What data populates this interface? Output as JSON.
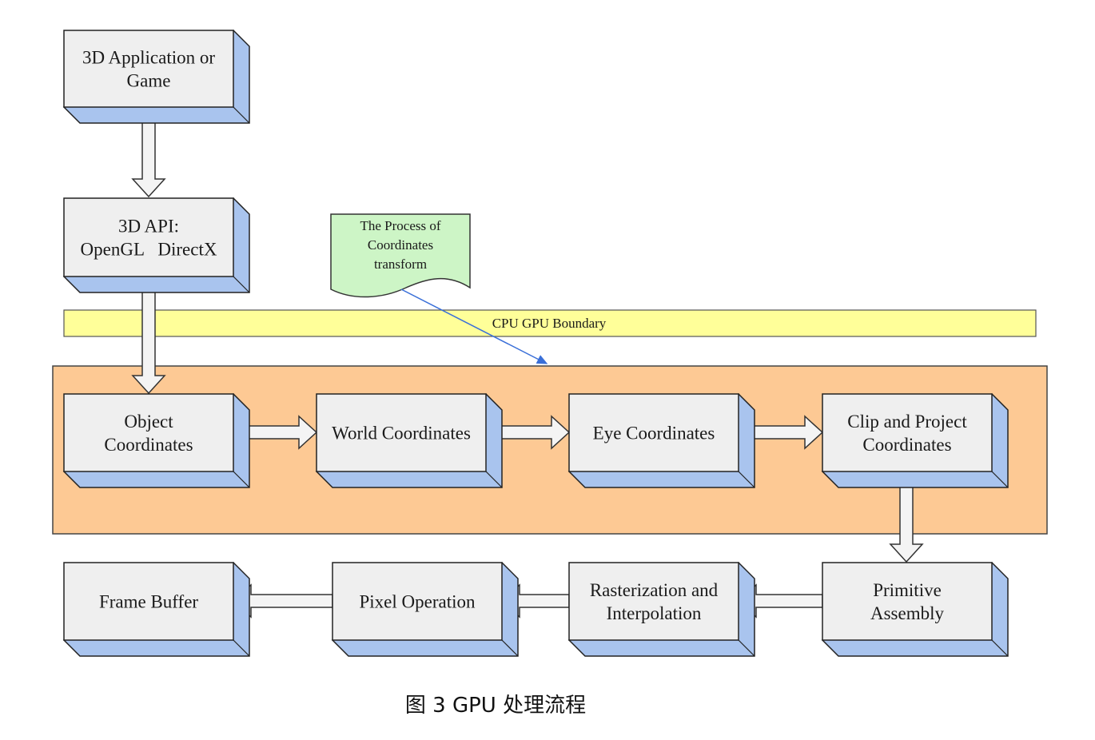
{
  "diagram": {
    "boundary_label": "CPU GPU Boundary",
    "note": [
      "The Process of",
      "Coordinates",
      "transform"
    ],
    "boxes": {
      "app": [
        "3D Application or",
        "Game"
      ],
      "api": [
        "3D API:",
        "OpenGL   DirectX"
      ],
      "object": [
        "Object",
        "Coordinates"
      ],
      "world": [
        "World Coordinates"
      ],
      "eye": [
        "Eye Coordinates"
      ],
      "clip": [
        "Clip and Project",
        "Coordinates"
      ],
      "primitive": [
        "Primitive",
        "Assembly"
      ],
      "raster": [
        "Rasterization and",
        "Interpolation"
      ],
      "pixel": [
        "Pixel Operation"
      ],
      "frame": [
        "Frame Buffer"
      ]
    },
    "colors": {
      "box_face": "#efefef",
      "box_depth": "#a9c4ee",
      "boundary_band": "#ffff99",
      "gpu_region": "#fdc994",
      "note_fill": "#cdf5c6",
      "pointer": "#3a6fd8"
    }
  },
  "caption": "图 3 GPU 处理流程"
}
